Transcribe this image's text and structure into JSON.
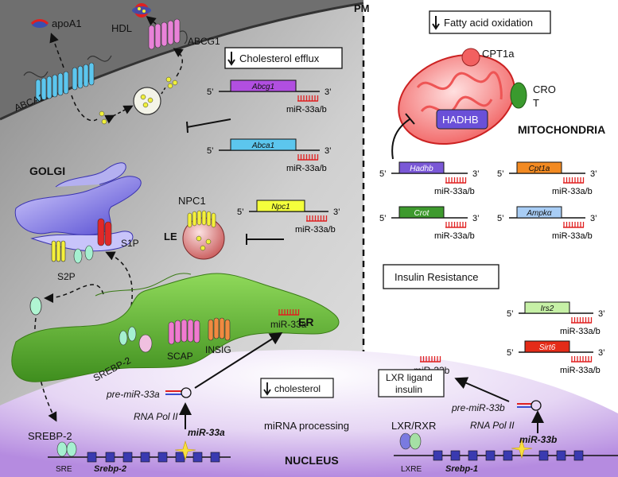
{
  "membrane_label": "PM",
  "cholesterol_panel": {
    "apoa1": "apoA1",
    "hdl": "HDL",
    "abca1": "ABCA1",
    "abcg1": "ABCG1",
    "efflux_box": "Cholesterol efflux",
    "golgi": "GOLGI",
    "s1p": "S1P",
    "s2p": "S2P",
    "npc1": "NPC1",
    "le": "LE",
    "er": "ER",
    "scap": "SCAP",
    "insig": "INSIG",
    "srebp2_er": "SREBP-2",
    "genes": [
      {
        "name": "Abcg1",
        "mirna": "miR-33a/b"
      },
      {
        "name": "Abca1",
        "mirna": "miR-33a/b"
      },
      {
        "name": "Npc1",
        "mirna": "miR-33a/b"
      }
    ]
  },
  "fao_panel": {
    "box": "Fatty acid oxidation",
    "cpt1a": "CPT1a",
    "crot_line1": "CRO",
    "crot_line2": "T",
    "hadhb": "HADHB",
    "mitochondria": "MITOCHONDRIA",
    "genes": [
      {
        "name": "Hadhb",
        "mirna": "miR-33a/b"
      },
      {
        "name": "Cpt1a",
        "mirna": "miR-33a/b"
      },
      {
        "name": "Crot",
        "mirna": "miR-33a/b"
      },
      {
        "name": "Ampkα",
        "mirna": "miR-33a/b"
      }
    ]
  },
  "insulin_panel": {
    "box": "Insulin Resistance",
    "genes": [
      {
        "name": "Irs2",
        "mirna": "miR-33a/b"
      },
      {
        "name": "Sirt6",
        "mirna": "miR-33a/b"
      }
    ]
  },
  "nucleus": {
    "title": "NUCLEUS",
    "processing": "miRNA processing",
    "chol_box": "cholesterol",
    "lxr_box_line1": "LXR ligand",
    "lxr_box_line2": "insulin",
    "mir33a": "miR-33a",
    "mir33b": "miR-33b",
    "pre33a": "pre-miR-33a",
    "pre33b": "pre-miR-33b",
    "pol_a": "RNA Pol II",
    "pol_b": "RNA Pol II",
    "mir33a_intron": "miR-33a",
    "mir33b_intron": "miR-33b",
    "srebp2": "SREBP-2",
    "sre": "SRE",
    "srebp2_gene": "Srebp-2",
    "lxr_rxr": "LXR/RXR",
    "lxre": "LXRE",
    "srebp1_gene": "Srebp-1"
  },
  "gene_ends": {
    "five": "5’",
    "three": "3’"
  },
  "colors": {
    "abcg1": "#b14fe0",
    "abca1": "#5cc6ee",
    "npc1": "#f4ff3c",
    "hadhb": "#7a58d6",
    "cpt1a": "#f28a22",
    "crot": "#3e9a2e",
    "ampk": "#a8cdf5",
    "irs2": "#c6f0a6",
    "sirt6": "#e42b18",
    "mirna": "#e02020",
    "er": "#6ec23a",
    "golgi": "#7f6fe8",
    "nucleus": "#b58be0"
  }
}
